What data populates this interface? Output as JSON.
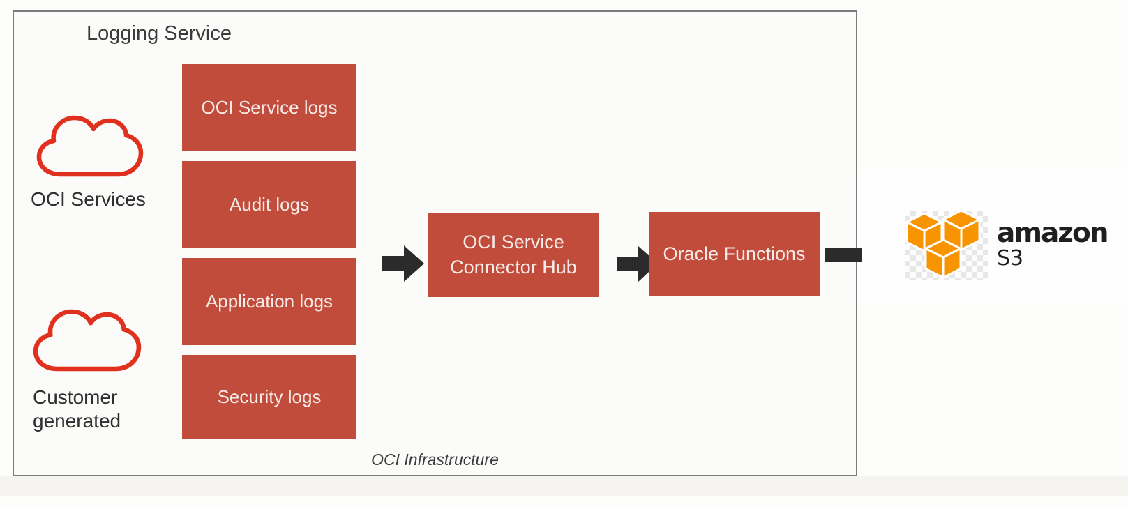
{
  "diagram": {
    "title": "Logging Service",
    "infrastructure_label": "OCI Infrastructure",
    "sources": [
      {
        "label": "OCI Services"
      },
      {
        "label": "Customer generated"
      }
    ],
    "log_types": [
      "OCI Service logs",
      "Audit logs",
      "Application logs",
      "Security logs"
    ],
    "connector_hub_label": "OCI Service Connector Hub",
    "functions_label": "Oracle Functions",
    "destination": {
      "brand": "amazon",
      "service": "S3"
    },
    "colors": {
      "node_red": "#c24c3c",
      "cloud_red": "#e0301e",
      "arrow_black": "#2b2b2b",
      "aws_orange": "#f79400",
      "border_gray": "#7b7b7b"
    }
  }
}
